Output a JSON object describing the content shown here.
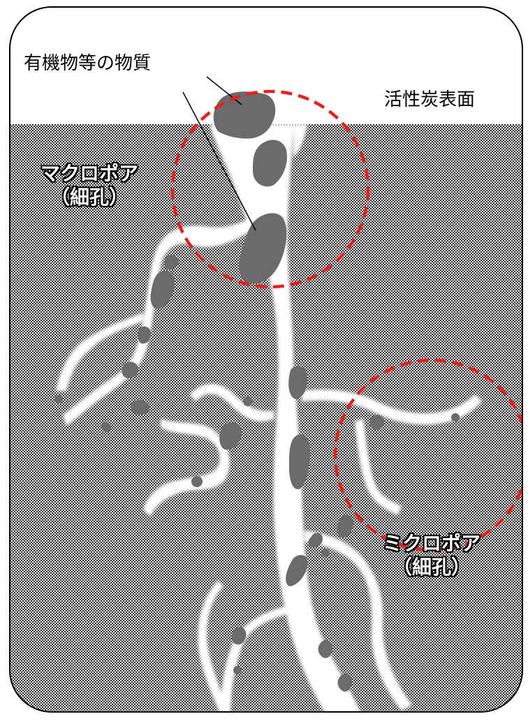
{
  "diagram": {
    "title_partial": "",
    "labels": {
      "substance": "有機物等の物質",
      "surface": "活性炭表面",
      "macropore_line1": "マクロポア",
      "macropore_line2": "（細孔）",
      "micropore_line1": "ミクロポア",
      "micropore_line2": "（細孔）"
    },
    "colors": {
      "carbon_pattern_dark": "#3a3a3a",
      "particle_fill": "#6b6b6b",
      "highlight_circle": "#e8211e",
      "frame": "#000000"
    }
  }
}
